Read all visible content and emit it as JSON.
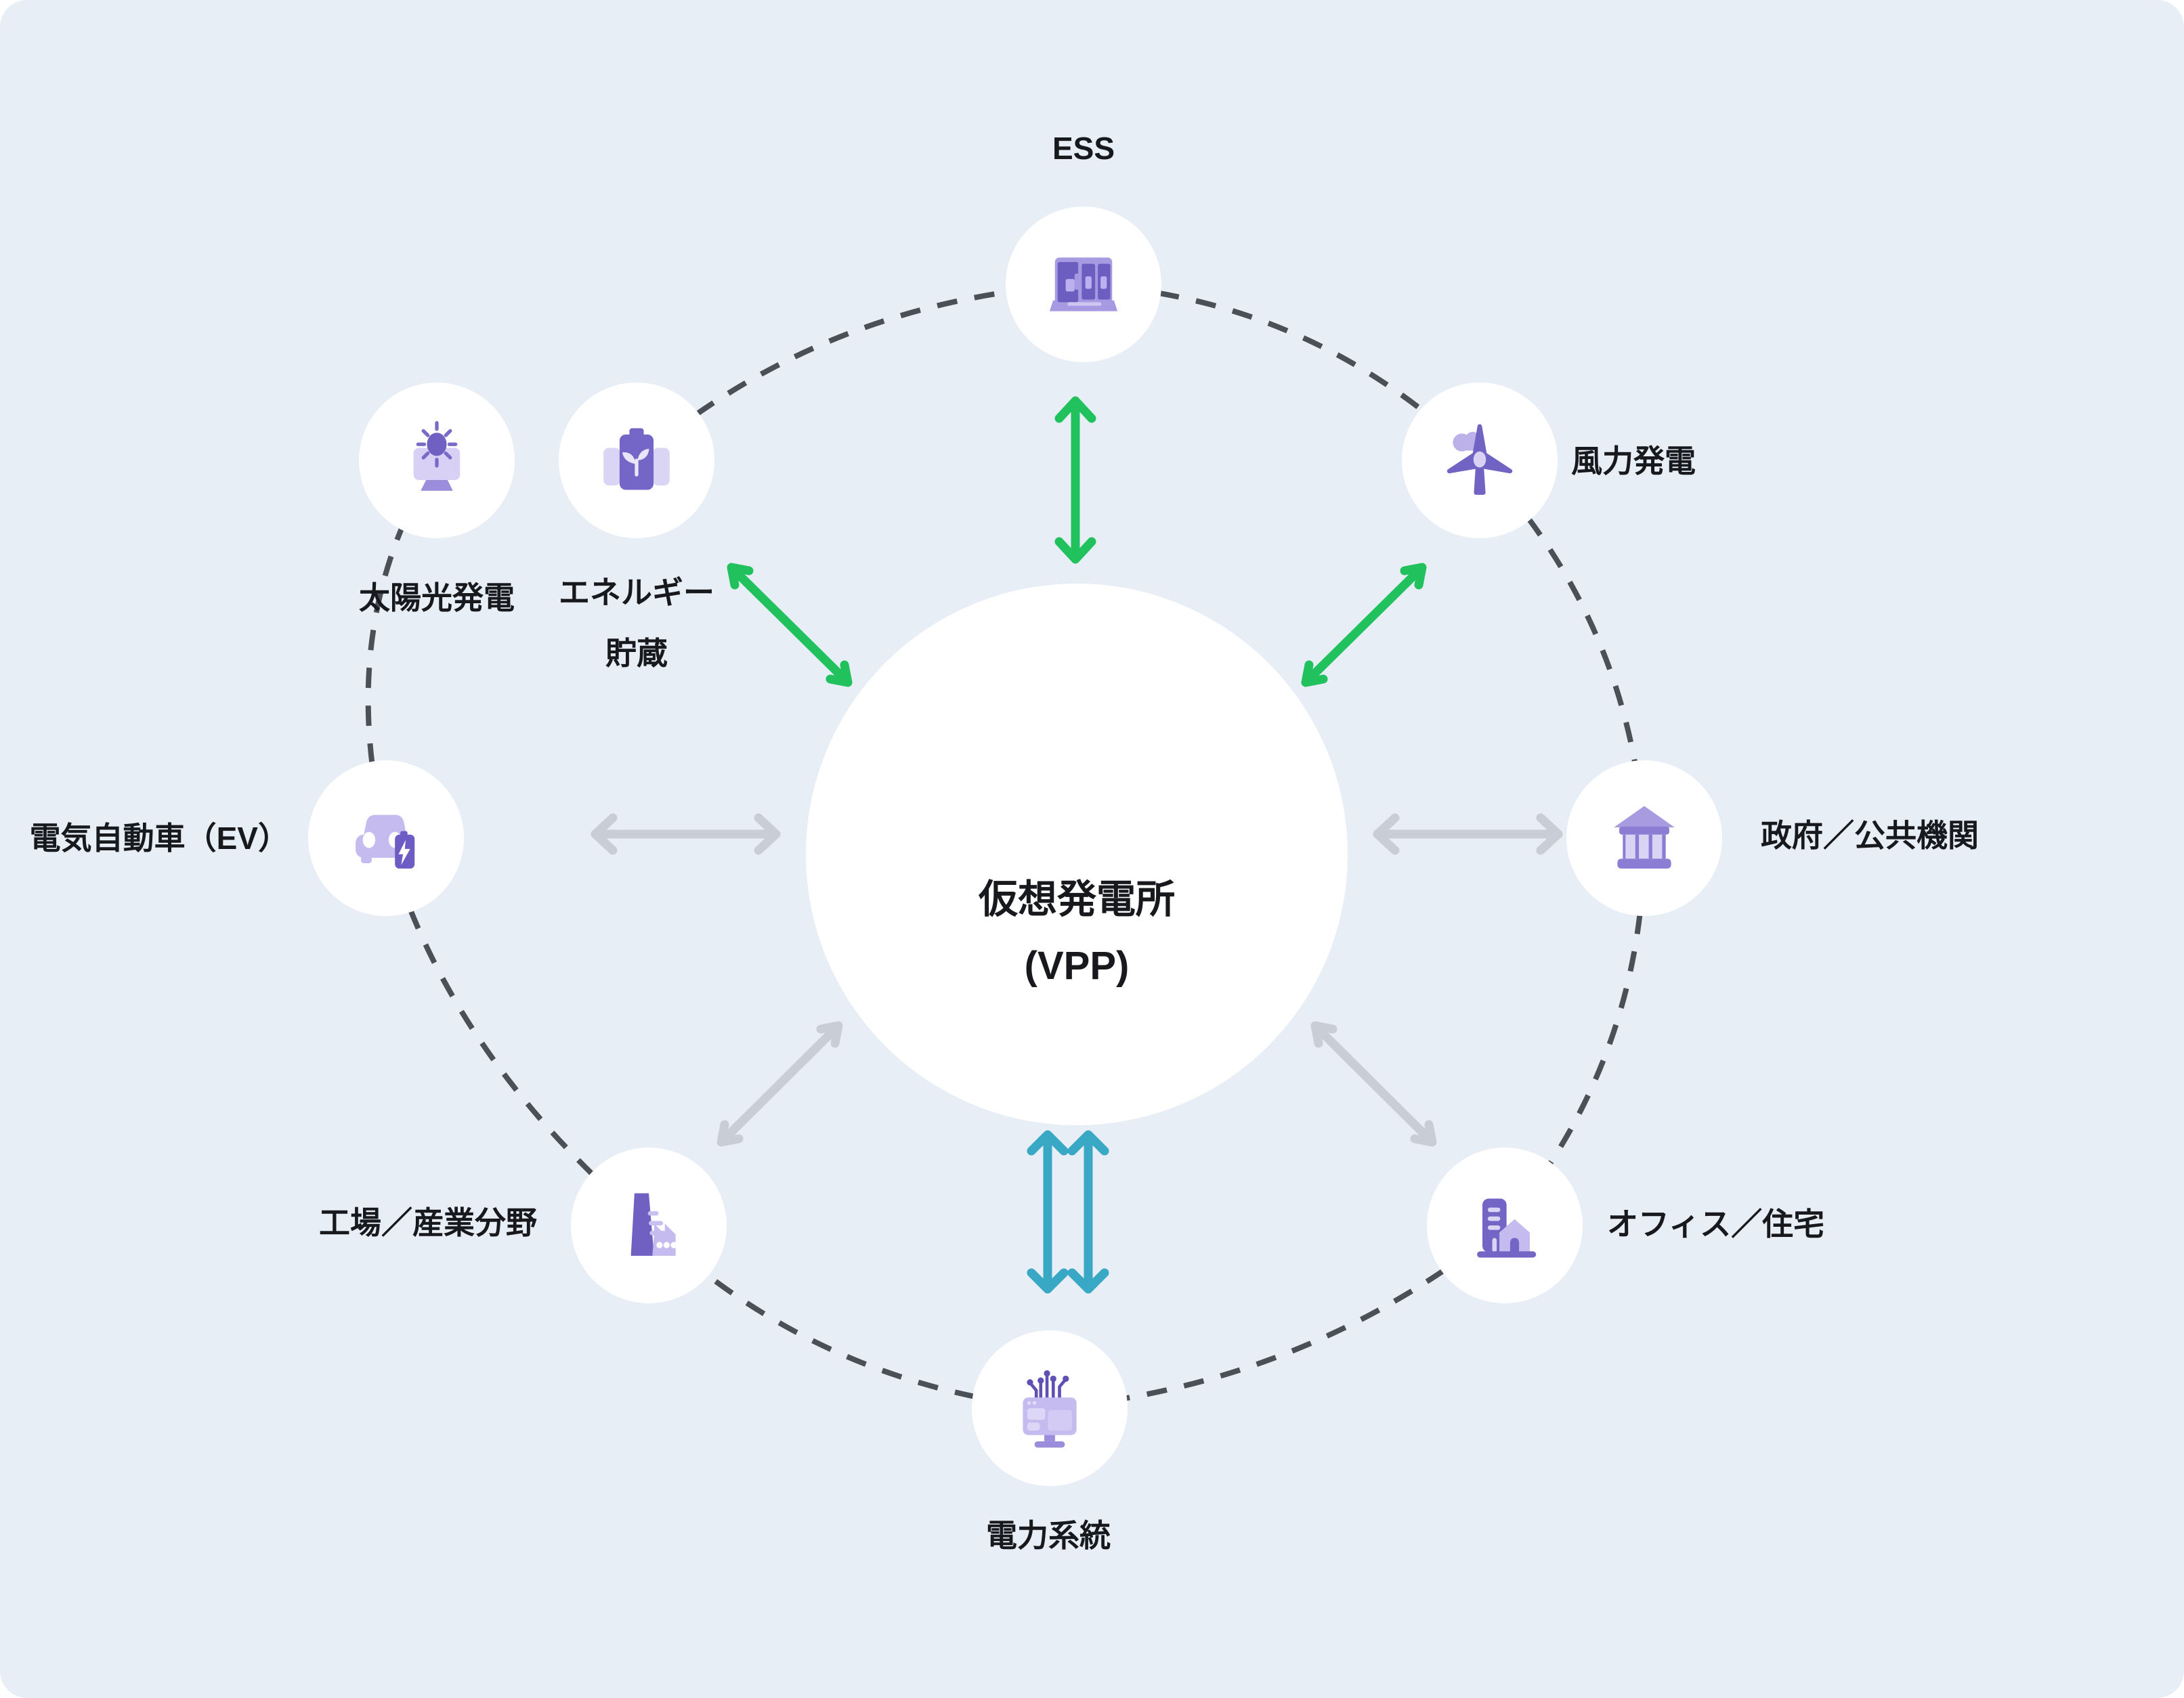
{
  "center": {
    "title_line1": "仮想発電所",
    "title_line2": "(VPP)"
  },
  "nodes": {
    "ess": {
      "label": "ESS",
      "icon": "battery-cabinet-icon"
    },
    "solar": {
      "label": "太陽光発電",
      "icon": "solar-panel-sun-icon"
    },
    "storage": {
      "label_line1": "エネルギー",
      "label_line2": "貯蔵",
      "icon": "eco-battery-icon"
    },
    "wind": {
      "label": "風力発電",
      "icon": "wind-turbine-icon"
    },
    "ev": {
      "label": "電気自動車（EV）",
      "icon": "electric-car-icon"
    },
    "government": {
      "label": "政府／公共機関",
      "icon": "government-building-icon"
    },
    "factory": {
      "label": "工場／産業分野",
      "icon": "factory-icon"
    },
    "office": {
      "label": "オフィス／住宅",
      "icon": "office-house-icon"
    },
    "grid": {
      "label": "電力系統",
      "icon": "grid-monitor-icon"
    }
  },
  "colors": {
    "background": "#E7EEF6",
    "node_circle": "#FFFFFF",
    "text": "#17191D",
    "icon_purple_dark": "#6F60C2",
    "icon_purple_mid": "#8B7CD4",
    "icon_lavender": "#C5BBEF",
    "icon_lavender_light": "#D9D3F4",
    "arrow_green": "#21C25E",
    "arrow_teal": "#38A8C5",
    "arrow_gray": "#C9CED6",
    "dashed_ring": "#4A5056"
  }
}
